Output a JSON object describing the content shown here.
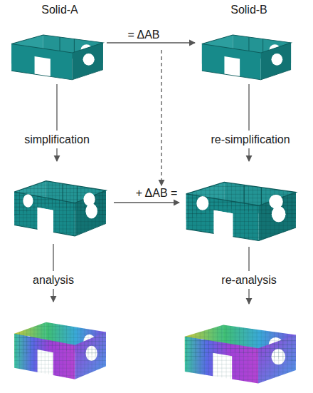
{
  "diagram": {
    "nodes": [
      {
        "text": [
          "Solid-A"
        ]
      },
      {
        "text": [
          "Solid-B"
        ]
      }
    ],
    "edges": [
      {
        "from": 0,
        "to": 1,
        "arrow": "to",
        "label": "= ΔAB"
      }
    ],
    "labels": [
      "simplification",
      "re-simplification",
      "+ ΔAB =",
      "analysis",
      "re-analysis"
    ]
  }
}
